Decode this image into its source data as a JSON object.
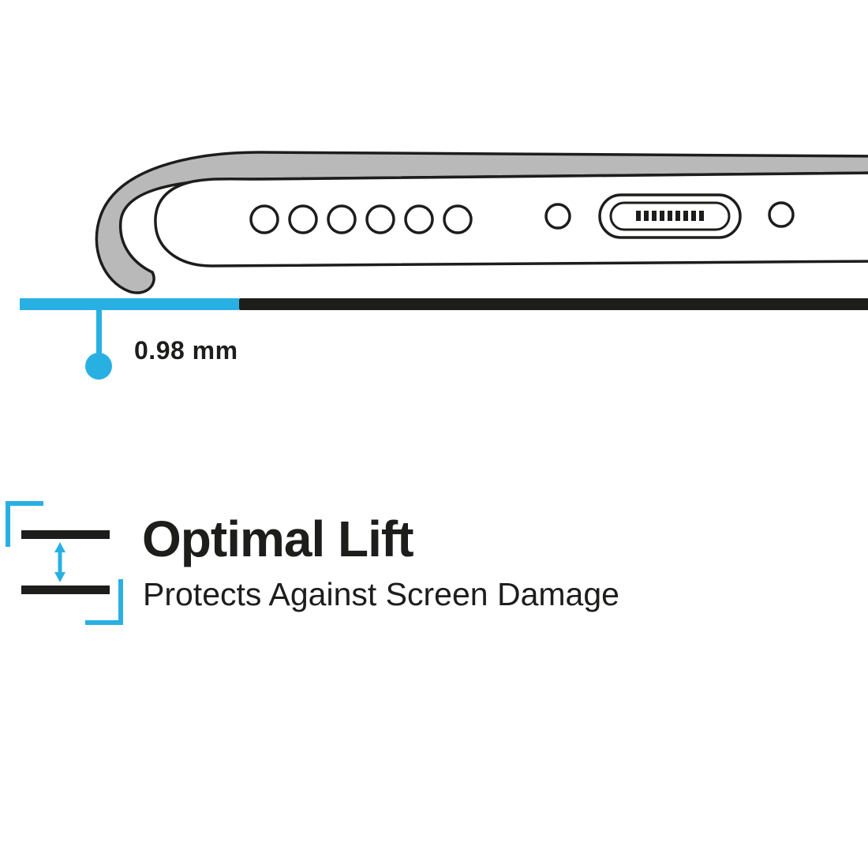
{
  "colors": {
    "accent": "#29b0e3",
    "ink": "#1d1d1b",
    "case_gray": "#b9b9b9"
  },
  "measurement": {
    "label": "0.98 mm"
  },
  "feature": {
    "title": "Optimal Lift",
    "subtitle": "Protects Against Screen Damage"
  },
  "illustration": {
    "name": "phone-case-bottom-edge",
    "speaker_hole_count": 6
  }
}
